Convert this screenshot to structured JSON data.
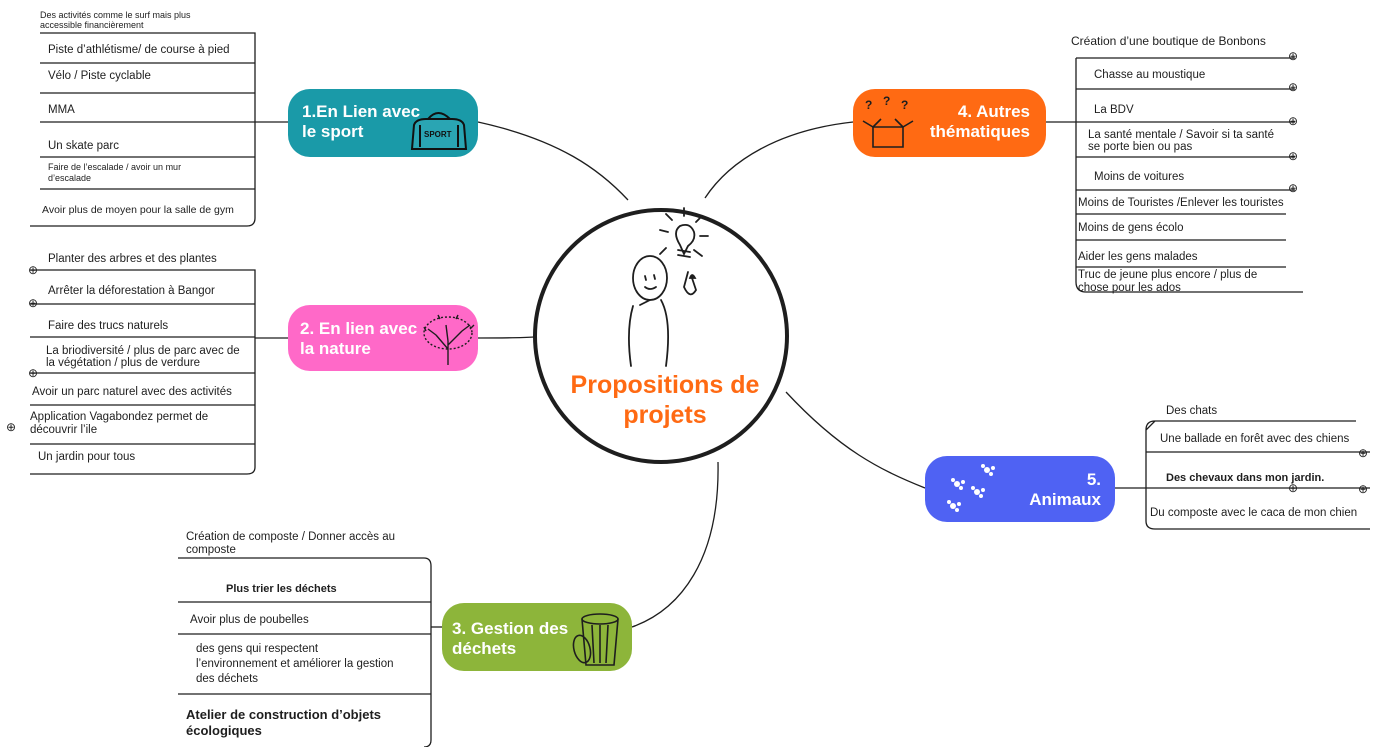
{
  "center": {
    "title_line1": "Propositions de",
    "title_line2": "projets"
  },
  "branches": {
    "sport": {
      "title_line1": "1.En Lien avec",
      "title_line2": "le sport",
      "color": "#1a9aa8",
      "icon": "sport-bag-icon",
      "items": [
        "Des activités comme le surf mais plus",
        "accessible financièrement",
        "Piste d’athlétisme/ de course à pied",
        "Vélo / Piste cyclable",
        "MMA",
        "Un skate parc",
        "Faire de l’escalade / avoir un mur",
        "d’escalade",
        "Avoir plus de moyen pour la salle de gym"
      ]
    },
    "nature": {
      "title_line1": "2. En lien avec",
      "title_line2": "la nature",
      "color": "#ff69c8",
      "icon": "tree-icon",
      "items": [
        "Planter des arbres et des plantes",
        "Arrêter la déforestation à Bangor",
        "Faire des trucs naturels",
        "La briodiversité / plus de parc avec de",
        "la végétation / plus de verdure",
        "Avoir un parc naturel avec des activités",
        "Application Vagabondez  permet de",
        "découvrir l’ile",
        "Un jardin pour tous"
      ]
    },
    "dechets": {
      "title_line1": "3. Gestion des",
      "title_line2": "déchets",
      "color": "#8db53a",
      "icon": "trash-can-icon",
      "items": [
        "Création de composte / Donner accès au",
        "composte",
        "Plus trier les déchets",
        "Avoir plus de poubelles",
        "des gens qui respectent",
        "l’environnement et améliorer la gestion",
        "des déchets",
        "Atelier de construction d’objets",
        "écologiques"
      ]
    },
    "autres": {
      "title_line1": "4. Autres",
      "title_line2": "thématiques",
      "color": "#ff6a13",
      "icon": "question-box-icon",
      "items": [
        "Création d’une boutique de Bonbons",
        "Chasse au moustique",
        "La BDV",
        "La santé mentale / Savoir si ta santé",
        "se porte bien ou pas",
        "Moins de voitures",
        "Moins de Touristes /Enlever les touristes",
        "Moins de gens écolo",
        "Aider les gens malades",
        "Truc de jeune plus encore / plus de",
        "chose pour les ados"
      ]
    },
    "animaux": {
      "title_line1": "5.",
      "title_line2": "Animaux",
      "color": "#4f62f3",
      "icon": "paw-prints-icon",
      "items": [
        "Des chats",
        "Une ballade en forêt avec des chiens",
        "Des chevaux dans mon jardin.",
        "Du composte avec le caca de mon chien"
      ]
    }
  },
  "expand_symbol": "⊕"
}
